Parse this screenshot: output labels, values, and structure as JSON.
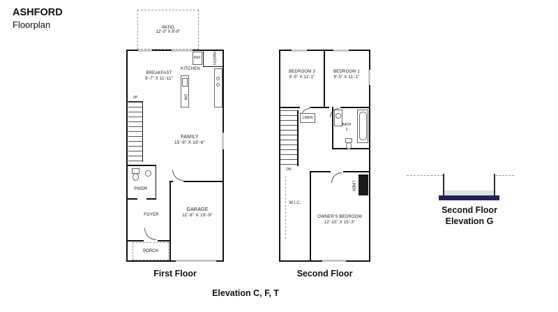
{
  "header": {
    "title": "ASHFORD",
    "subtitle": "Floorplan"
  },
  "first_floor": {
    "caption": "First Floor",
    "patio_name": "PATIO",
    "patio_dims": "12'-0\" X 8'-0\"",
    "pantry": "PANTRY",
    "ref": "REF",
    "kitchen": "KITCHEN",
    "dw": "DW",
    "up": "UP",
    "breakfast_name": "BREAKFAST",
    "breakfast_dims": "9'-7\" X 11'-11\"",
    "family_name": "FAMILY",
    "family_dims": "15'-6\" X 15'-6\"",
    "pwdr": "PWDR",
    "foyer": "FOYER",
    "garage_name": "GARAGE",
    "garage_dims": "11'-8\" X 19'-9\"",
    "porch": "PORCH"
  },
  "second_floor": {
    "caption": "Second Floor",
    "bedroom3_name": "BEDROOM 3",
    "bedroom3_dims": "9'-5\" X 11'-1\"",
    "bedroom2_name": "BEDROOM 2",
    "bedroom2_dims": "9'-5\" X 11'-1\"",
    "dn": "DN",
    "linen_upper": "LINEN",
    "bath_name": "BATH",
    "bath_number": "2",
    "wic": "W.I.C.",
    "linen_lower": "LINEN",
    "owners_name": "OWNER'S BEDROOM",
    "owners_dims": "12'-10\" X 15'-3\""
  },
  "elevation_detail": {
    "caption_line1": "Second Floor",
    "caption_line2": "Elevation G",
    "bar_color": "#20205a"
  },
  "footer": {
    "caption": "Elevation C, F, T"
  }
}
